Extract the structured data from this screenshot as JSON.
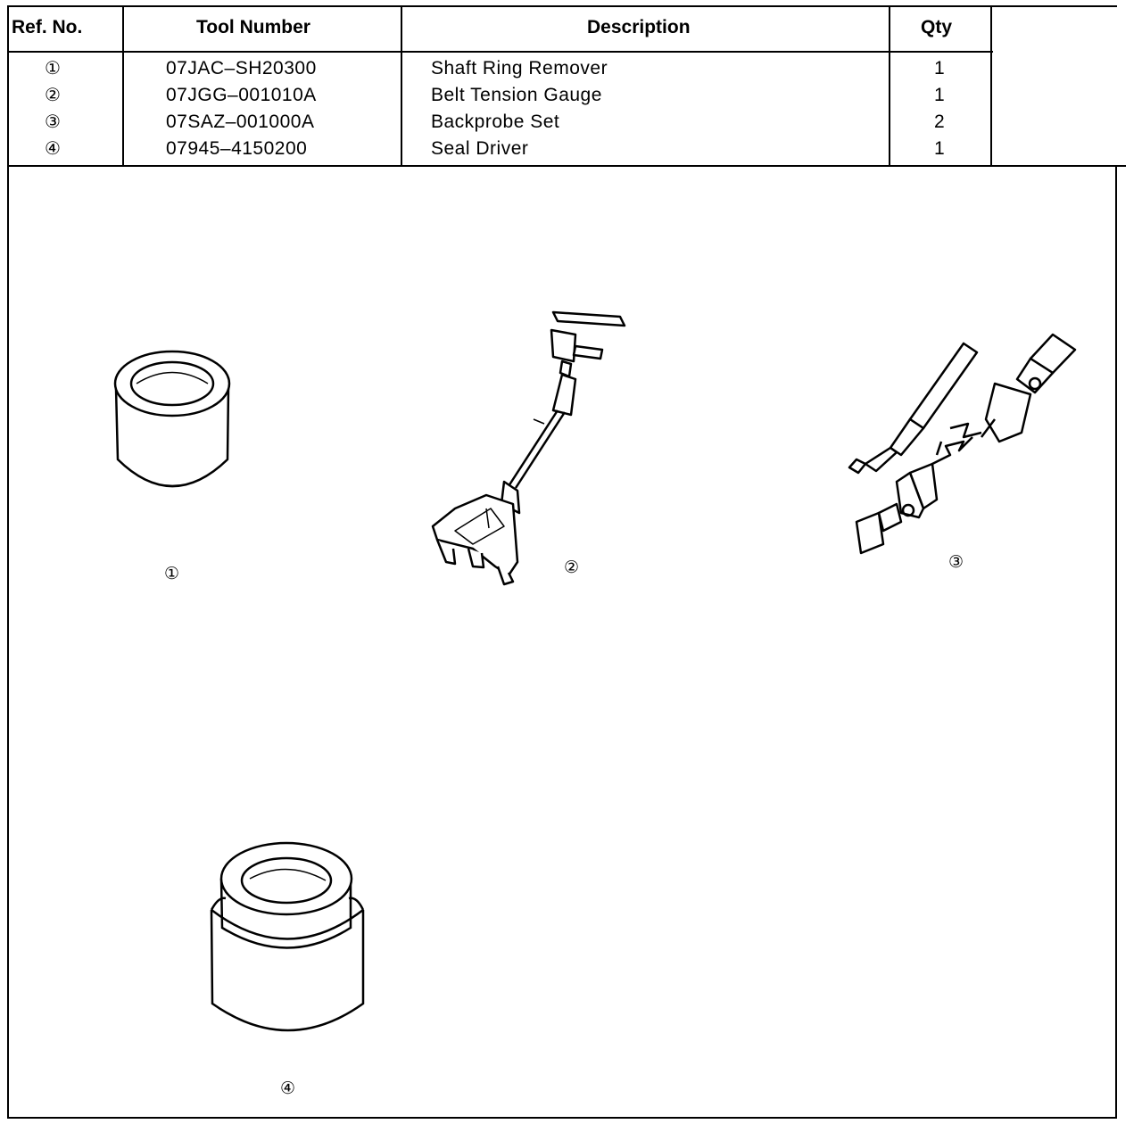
{
  "table": {
    "headers": {
      "ref": "Ref. No.",
      "tool_number": "Tool Number",
      "description": "Description",
      "qty": "Qty"
    },
    "rows": [
      {
        "ref": "①",
        "tool_number": "07JAC–SH20300",
        "description": "Shaft Ring Remover",
        "qty": "1"
      },
      {
        "ref": "②",
        "tool_number": "07JGG–001010A",
        "description": "Belt Tension Gauge",
        "qty": "1"
      },
      {
        "ref": "③",
        "tool_number": "07SAZ–001000A",
        "description": "Backprobe Set",
        "qty": "2"
      },
      {
        "ref": "④",
        "tool_number": "07945–4150200",
        "description": "Seal Driver",
        "qty": "1"
      }
    ]
  },
  "figures": [
    {
      "label": "①",
      "icon": "shaft-ring-remover-icon"
    },
    {
      "label": "②",
      "icon": "belt-tension-gauge-icon"
    },
    {
      "label": "③",
      "icon": "backprobe-set-icon"
    },
    {
      "label": "④",
      "icon": "seal-driver-icon"
    }
  ]
}
